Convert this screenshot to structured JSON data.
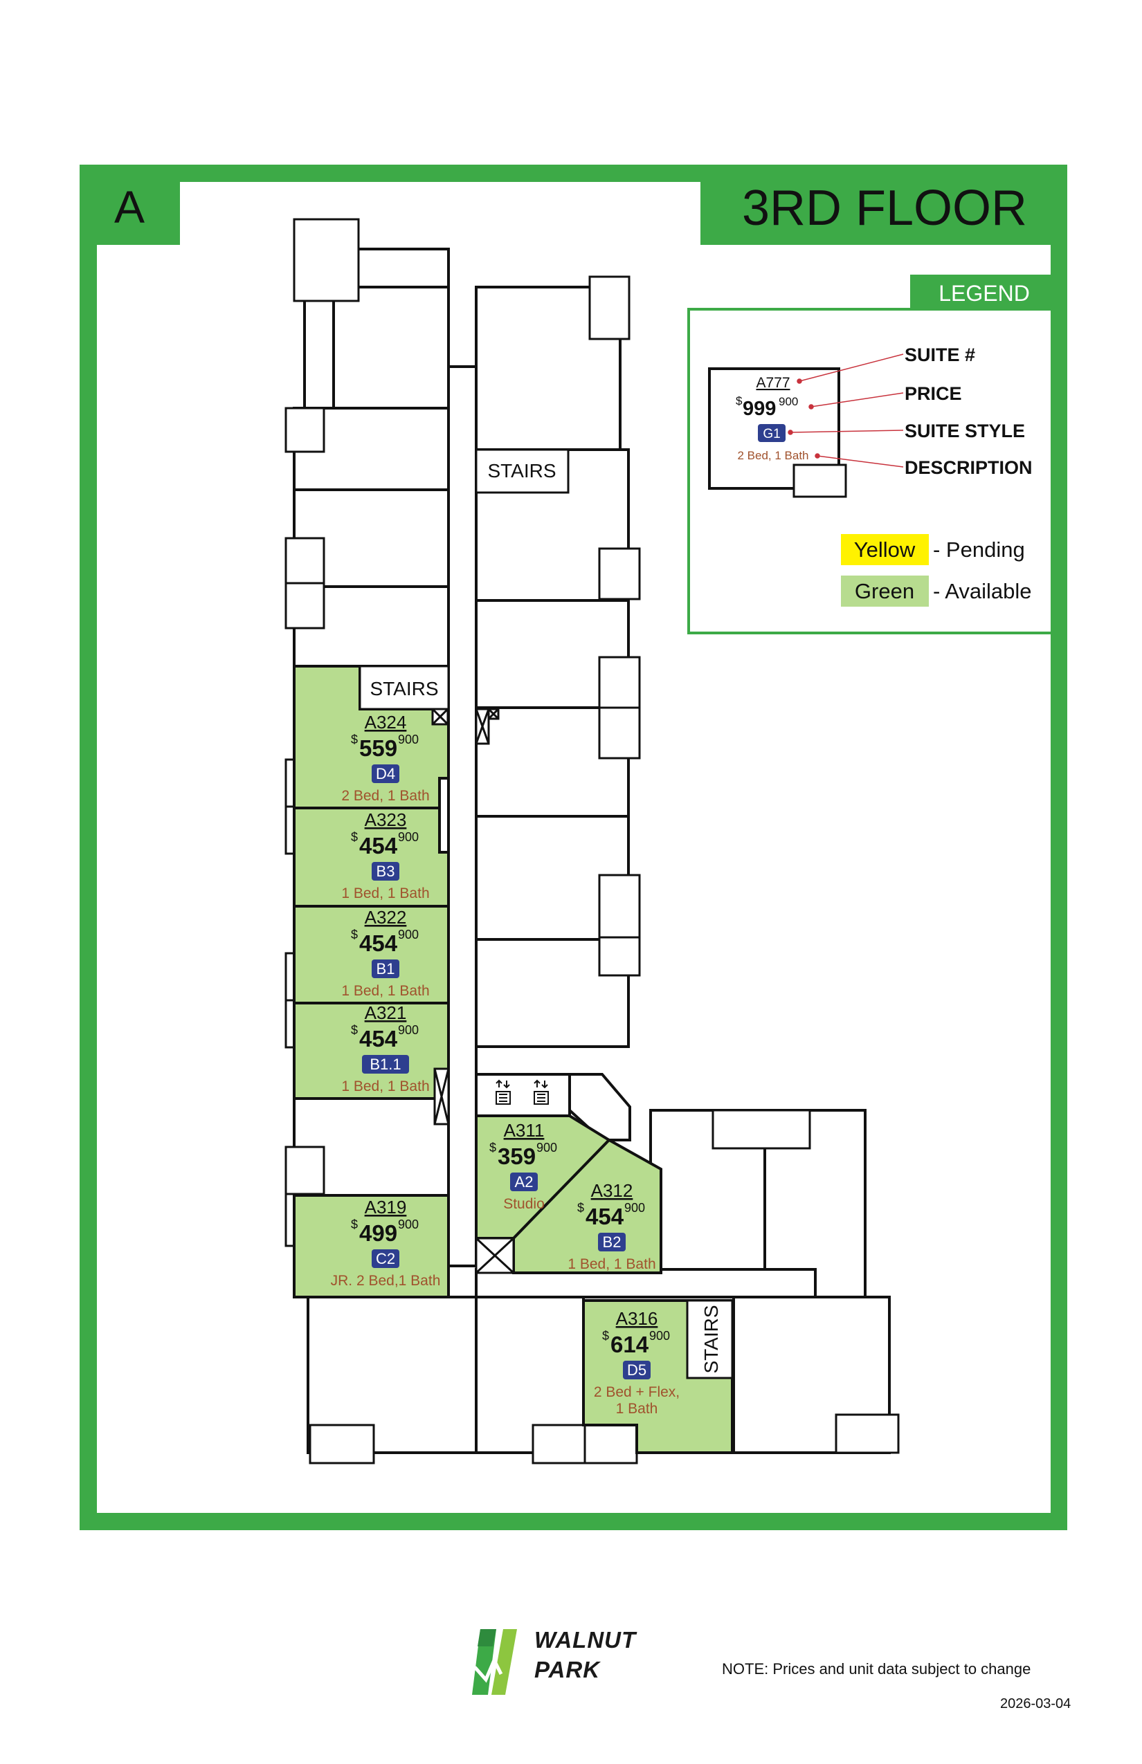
{
  "building": "A",
  "floor_title": "3RD FLOOR",
  "legend": {
    "title": "LEGEND",
    "sample": {
      "suite": "A777",
      "price_main": "999",
      "price_cents": "900",
      "style": "G1",
      "description": "2 Bed, 1 Bath"
    },
    "keys": [
      "SUITE #",
      "PRICE",
      "SUITE STYLE",
      "DESCRIPTION"
    ],
    "status": [
      {
        "label": "Yellow",
        "meaning": "- Pending",
        "color": "#fff200"
      },
      {
        "label": "Green",
        "meaning": "- Available",
        "color": "#b7dc8f"
      }
    ]
  },
  "stairs_label": "STAIRS",
  "currency": "$",
  "units": [
    {
      "suite": "A324",
      "price_main": "559",
      "price_cents": "900",
      "style": "D4",
      "description": [
        "2 Bed, 1 Bath"
      ],
      "status": "available"
    },
    {
      "suite": "A323",
      "price_main": "454",
      "price_cents": "900",
      "style": "B3",
      "description": [
        "1 Bed, 1 Bath"
      ],
      "status": "available"
    },
    {
      "suite": "A322",
      "price_main": "454",
      "price_cents": "900",
      "style": "B1",
      "description": [
        "1 Bed, 1 Bath"
      ],
      "status": "available"
    },
    {
      "suite": "A321",
      "price_main": "454",
      "price_cents": "900",
      "style": "B1.1",
      "description": [
        "1 Bed, 1 Bath"
      ],
      "status": "available"
    },
    {
      "suite": "A319",
      "price_main": "499",
      "price_cents": "900",
      "style": "C2",
      "description": [
        "JR. 2 Bed,1 Bath"
      ],
      "status": "available"
    },
    {
      "suite": "A311",
      "price_main": "359",
      "price_cents": "900",
      "style": "A2",
      "description": [
        "Studio"
      ],
      "status": "available"
    },
    {
      "suite": "A312",
      "price_main": "454",
      "price_cents": "900",
      "style": "B2",
      "description": [
        "1 Bed, 1 Bath"
      ],
      "status": "available"
    },
    {
      "suite": "A316",
      "price_main": "614",
      "price_cents": "900",
      "style": "D5",
      "description": [
        "2 Bed + Flex,",
        "1 Bath"
      ],
      "status": "available"
    }
  ],
  "colors": {
    "frame_green": "#3daa47",
    "available": "#b7dc8f",
    "pending": "#fff200",
    "style_badge": "#2e3f8f",
    "description_text": "#a0522d",
    "leader_red": "#c8323c"
  },
  "logo": {
    "line1": "WALNUT",
    "line2": "PARK"
  },
  "note": "NOTE: Prices and unit data subject to change",
  "date": "2026-03-04"
}
